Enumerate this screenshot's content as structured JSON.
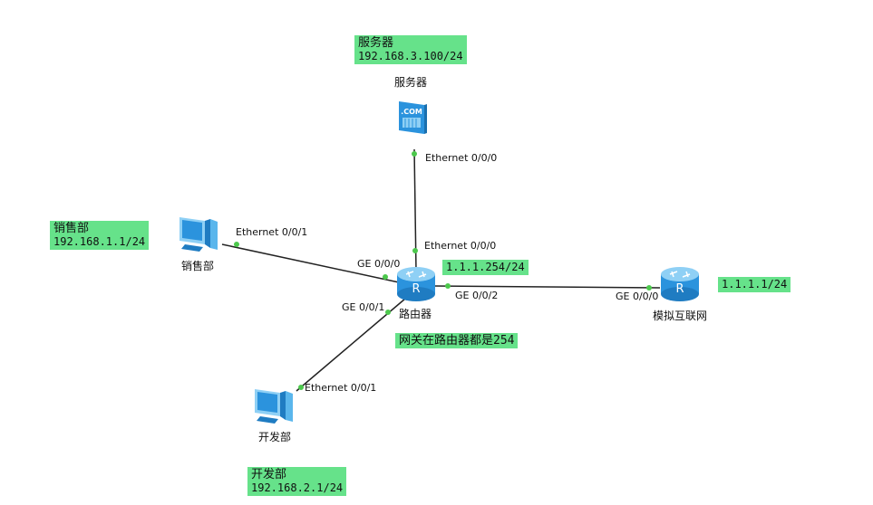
{
  "notes": {
    "server": {
      "title": "服务器",
      "ip": "192.168.3.100/24"
    },
    "sales": {
      "title": "销售部",
      "ip": "192.168.1.1/24"
    },
    "dev": {
      "title": "开发部",
      "ip": "192.168.2.1/24"
    },
    "router_ip": "1.1.1.254/24",
    "inet_ip": "1.1.1.1/24",
    "gateway": "网关在路由器都是254"
  },
  "devices": {
    "server": {
      "name": "服务器",
      "icon_text": ".COM"
    },
    "router": {
      "name": "路由器",
      "icon_text": "R"
    },
    "internet": {
      "name": "模拟互联网",
      "icon_text": "R"
    },
    "sales_pc": {
      "name": "销售部"
    },
    "dev_pc": {
      "name": "开发部"
    }
  },
  "ports": {
    "server_eth": "Ethernet 0/0/0",
    "router_eth": "Ethernet 0/0/0",
    "sales_eth": "Ethernet 0/0/1",
    "router_ge000": "GE 0/0/0",
    "router_ge001": "GE 0/0/1",
    "router_ge002": "GE 0/0/2",
    "inet_ge000": "GE 0/0/0",
    "dev_eth": "Ethernet 0/0/1"
  },
  "colors": {
    "note_bg": "#66e28a",
    "link": "#222222",
    "port_dot": "#4cc84c",
    "device_blue": "#2b93dd"
  }
}
